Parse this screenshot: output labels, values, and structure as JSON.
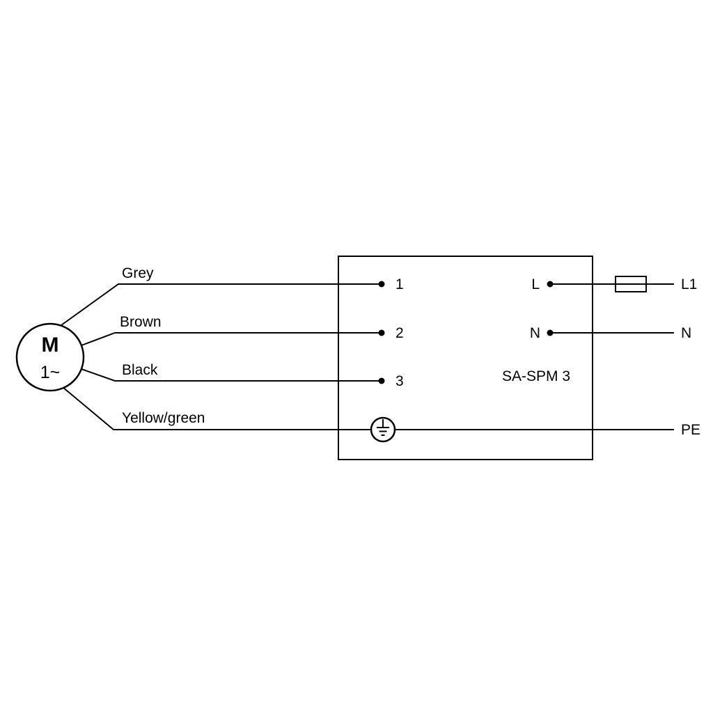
{
  "motor": {
    "label": "M",
    "phase": "1~"
  },
  "wires": [
    {
      "color": "Grey",
      "terminal": "1"
    },
    {
      "color": "Brown",
      "terminal": "2"
    },
    {
      "color": "Black",
      "terminal": "3"
    },
    {
      "color": "Yellow/green",
      "terminal": "PE"
    }
  ],
  "controller": {
    "model": "SA-SPM 3",
    "terminal_l": "L",
    "terminal_n": "N"
  },
  "supply": {
    "line": "L1",
    "neutral": "N",
    "earth": "PE"
  }
}
